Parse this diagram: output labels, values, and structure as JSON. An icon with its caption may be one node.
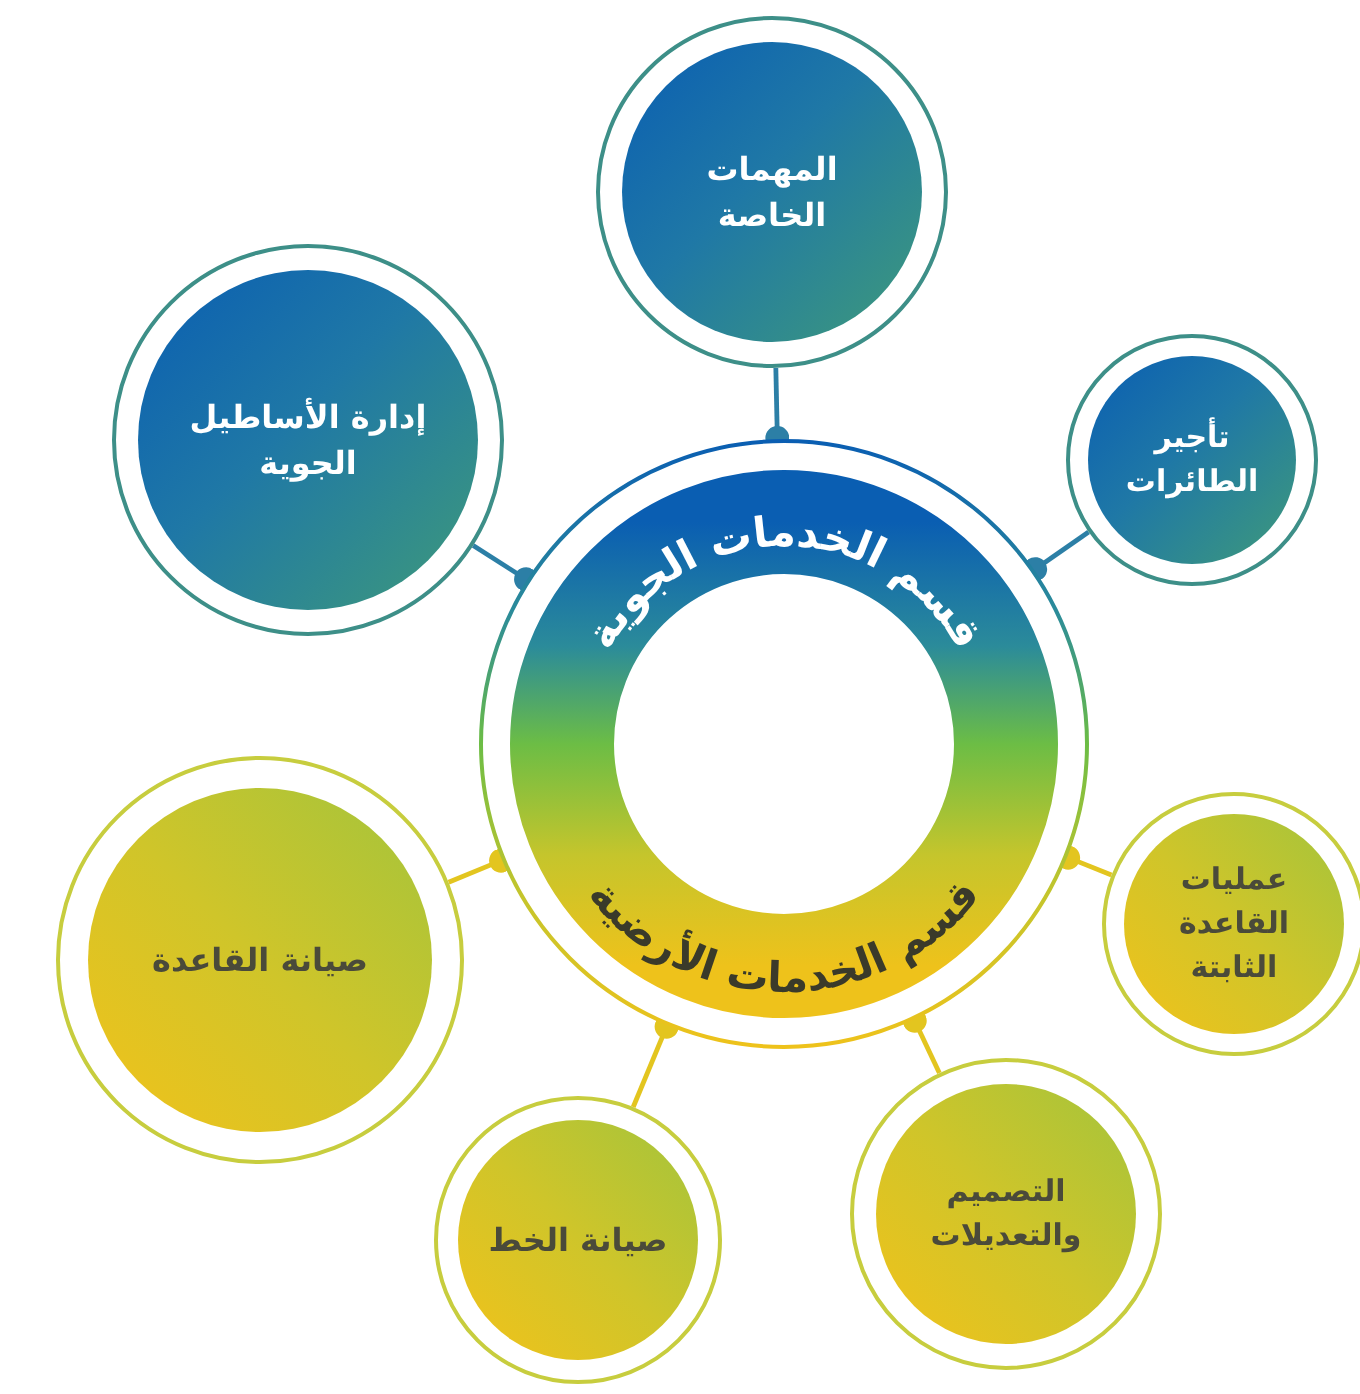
{
  "diagram": {
    "nodes": [
      {
        "text": [
          "قسم الخدمات الجوية",
          "قسم الخدمات الأرضية"
        ]
      },
      {
        "text": [
          "المهمات الخاصة"
        ]
      },
      {
        "text": [
          "تأجير الطائرات"
        ]
      },
      {
        "text": [
          "إدارة الأساطيل الجوية"
        ]
      },
      {
        "text": [
          "عمليات القاعدة الثابتة"
        ]
      },
      {
        "text": [
          "صيانة القاعدة"
        ]
      },
      {
        "text": [
          "التصميم والتعديلات"
        ]
      },
      {
        "text": [
          "صيانة الخط"
        ]
      }
    ],
    "edges": [
      {
        "from": 1,
        "to": 0,
        "arrow": "other",
        "color": "#2c7fa6"
      },
      {
        "from": 2,
        "to": 0,
        "arrow": "other",
        "color": "#2c7fa6"
      },
      {
        "from": 3,
        "to": 0,
        "arrow": "other",
        "color": "#2c7fa6"
      },
      {
        "from": 4,
        "to": 0,
        "arrow": "other"
      },
      {
        "from": 5,
        "to": 0,
        "arrow": "other"
      },
      {
        "from": 6,
        "to": 0,
        "arrow": "other"
      },
      {
        "from": 7,
        "to": 0,
        "arrow": "other"
      }
    ]
  }
}
